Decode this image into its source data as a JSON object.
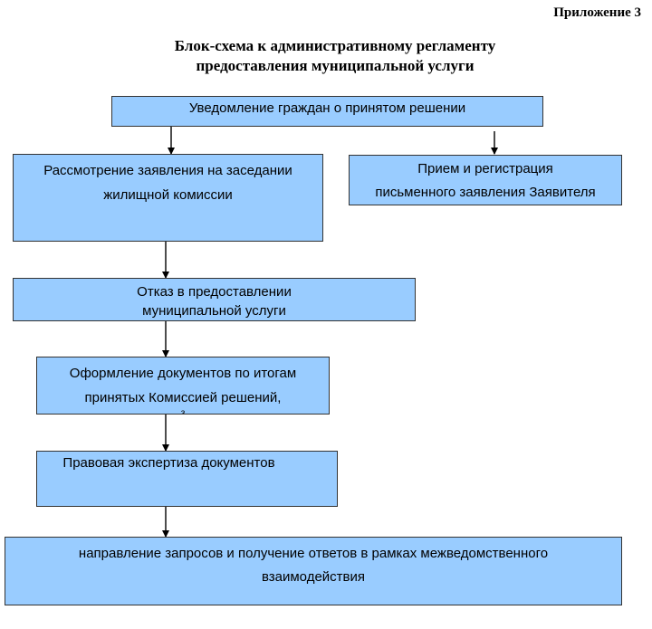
{
  "header": {
    "appendix": "Приложение 3",
    "title_line1": "Блок-схема к  административному регламенту",
    "title_line2": "предоставления муниципальной услуги"
  },
  "flow": {
    "notify": {
      "text": "Уведомление граждан о принятом решении"
    },
    "review": {
      "line1": "Рассмотрение заявления на заседании",
      "line2": "жилищной комиссии"
    },
    "receive": {
      "line1": "Прием и регистрация",
      "line2": "письменного заявления Заявителя"
    },
    "refusal": {
      "line1": "Отказ в предоставлении",
      "line2": "муниципальной услуги"
    },
    "docs": {
      "line1": "Оформление документов по итогам",
      "line2": "принятых Комиссией решений,",
      "line3": "з"
    },
    "legal": {
      "text": "Правовая экспертиза документов"
    },
    "requests": {
      "line1": "направление запросов и получение ответов в рамках  межведомственного",
      "line2": "взаимодействия"
    }
  },
  "colors": {
    "box_fill": "#99ccff",
    "box_border": "#333333",
    "arrow": "#000000"
  }
}
